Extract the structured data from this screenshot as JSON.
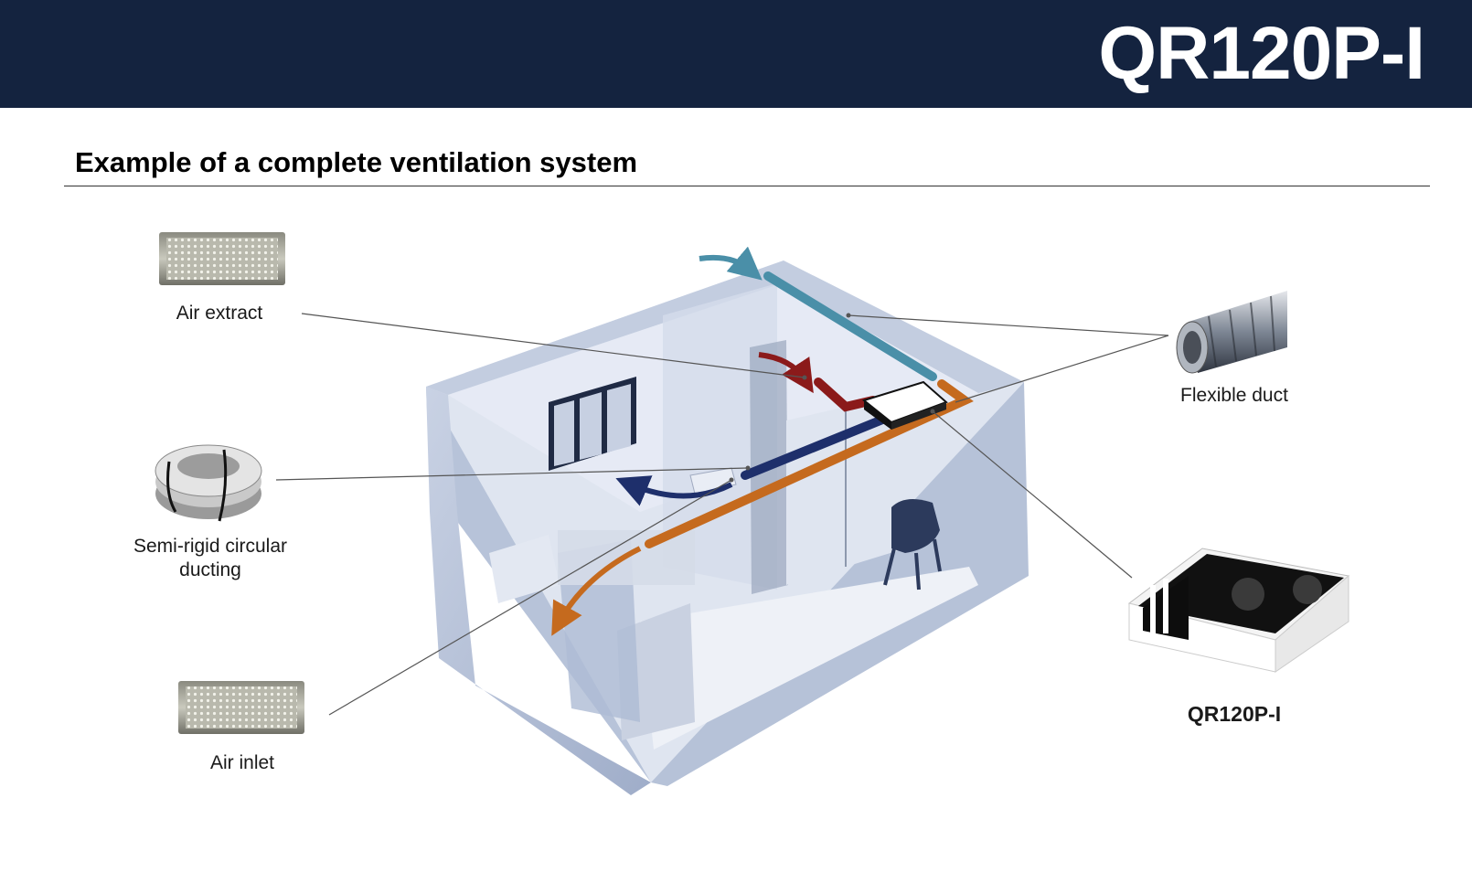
{
  "header": {
    "title": "QR120P-I"
  },
  "section": {
    "title": "Example of a complete ventilation system"
  },
  "labels": {
    "air_extract": "Air extract",
    "semi_rigid_line1": "Semi-rigid circular",
    "semi_rigid_line2": "ducting",
    "air_inlet": "Air inlet",
    "flexible_duct": "Flexible duct",
    "unit": "QR120P-I"
  },
  "colors": {
    "header_bg": "#14233f",
    "extract_duct": "#8b1a1a",
    "supply_duct": "#1e2f6b",
    "intake_duct": "#4a8fa8",
    "exhaust_duct": "#c56a1e"
  }
}
